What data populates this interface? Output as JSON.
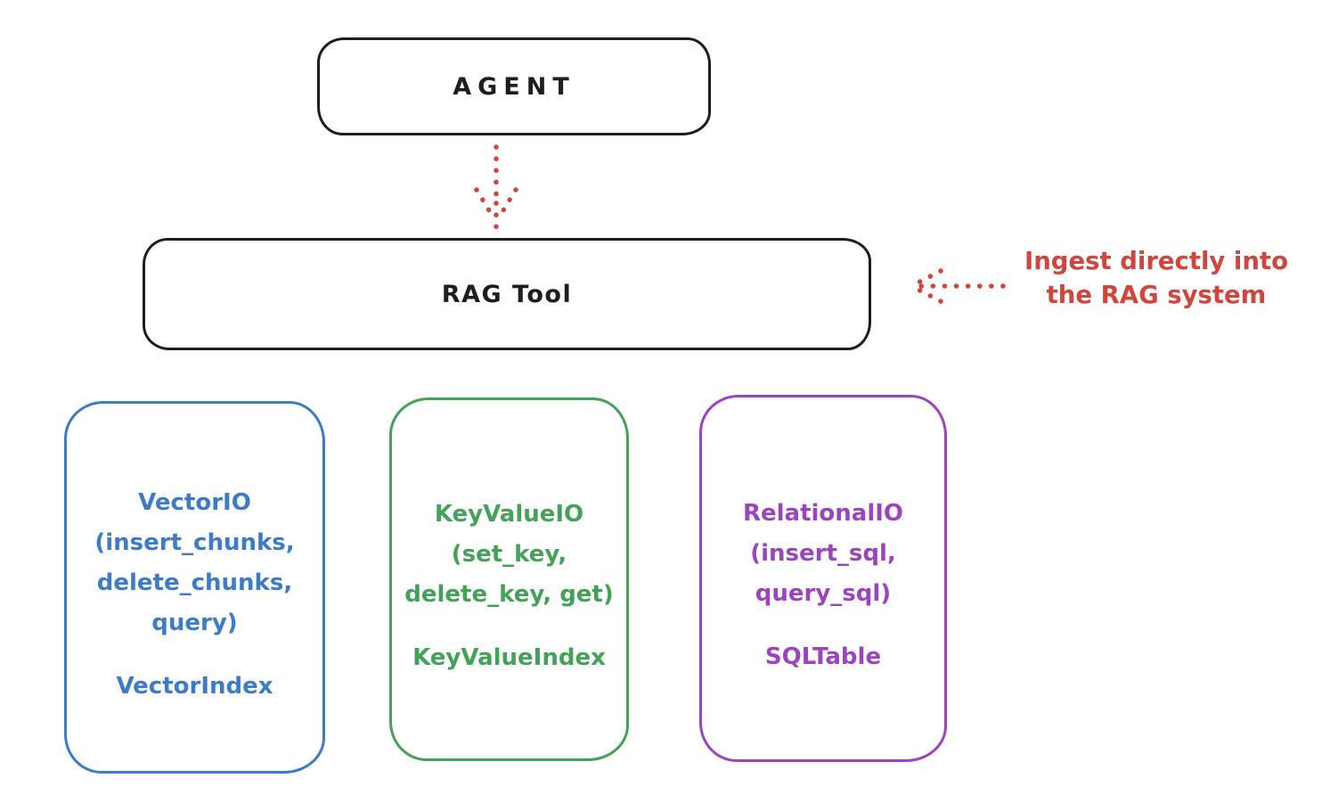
{
  "nodes": {
    "agent": {
      "label": "AGENT"
    },
    "rag_tool": {
      "label": "RAG Tool"
    },
    "storage": [
      {
        "name": "vector-io",
        "lines": [
          "VectorIO",
          "(insert_chunks,",
          "delete_chunks,",
          "query)"
        ],
        "index_label": "VectorIndex",
        "color": "#3d7bc7"
      },
      {
        "name": "keyvalue-io",
        "lines": [
          "KeyValueIO",
          "(set_key,",
          "delete_key, get)"
        ],
        "index_label": "KeyValueIndex",
        "color": "#44a159"
      },
      {
        "name": "relational-io",
        "lines": [
          "RelationalIO",
          "(insert_sql,",
          "query_sql)"
        ],
        "index_label": "SQLTable",
        "color": "#9c44bd"
      }
    ]
  },
  "annotation": {
    "lines": [
      "Ingest directly into",
      "the RAG system"
    ],
    "color": "#d0453c"
  },
  "colors": {
    "ink": "#1e1e1e",
    "red": "#d0453c",
    "blue": "#3d7bc7",
    "green": "#44a159",
    "purple": "#9c44bd"
  }
}
